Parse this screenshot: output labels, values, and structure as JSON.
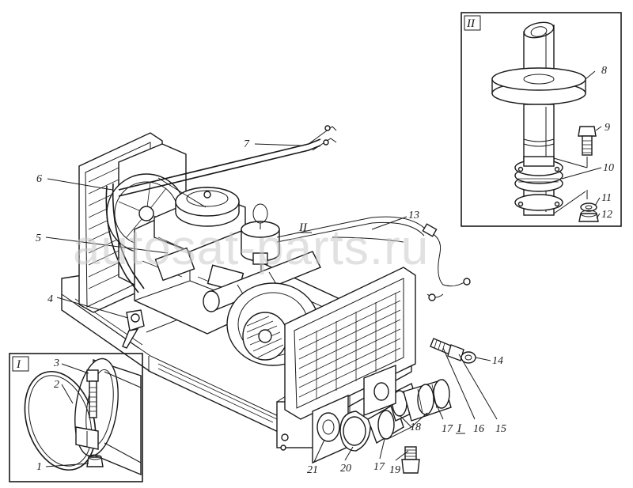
{
  "callouts": [
    {
      "id": "1",
      "text": "1"
    },
    {
      "id": "2",
      "text": "2"
    },
    {
      "id": "3",
      "text": "3"
    },
    {
      "id": "4",
      "text": "4"
    },
    {
      "id": "5",
      "text": "5"
    },
    {
      "id": "6",
      "text": "6"
    },
    {
      "id": "7",
      "text": "7"
    },
    {
      "id": "8",
      "text": "8"
    },
    {
      "id": "9",
      "text": "9"
    },
    {
      "id": "10",
      "text": "10"
    },
    {
      "id": "11",
      "text": "11"
    },
    {
      "id": "12",
      "text": "12"
    },
    {
      "id": "13",
      "text": "13"
    },
    {
      "id": "14",
      "text": "14"
    },
    {
      "id": "15",
      "text": "15"
    },
    {
      "id": "16",
      "text": "16"
    },
    {
      "id": "17a",
      "text": "17"
    },
    {
      "id": "17b",
      "text": "17"
    },
    {
      "id": "18",
      "text": "18"
    },
    {
      "id": "19",
      "text": "19"
    },
    {
      "id": "20",
      "text": "20"
    },
    {
      "id": "21",
      "text": "21"
    }
  ],
  "views": {
    "detail_I_label": "I",
    "detail_II_label": "II",
    "marker_I": "I",
    "marker_II": "II"
  },
  "watermark": "autosat-parts.ru"
}
